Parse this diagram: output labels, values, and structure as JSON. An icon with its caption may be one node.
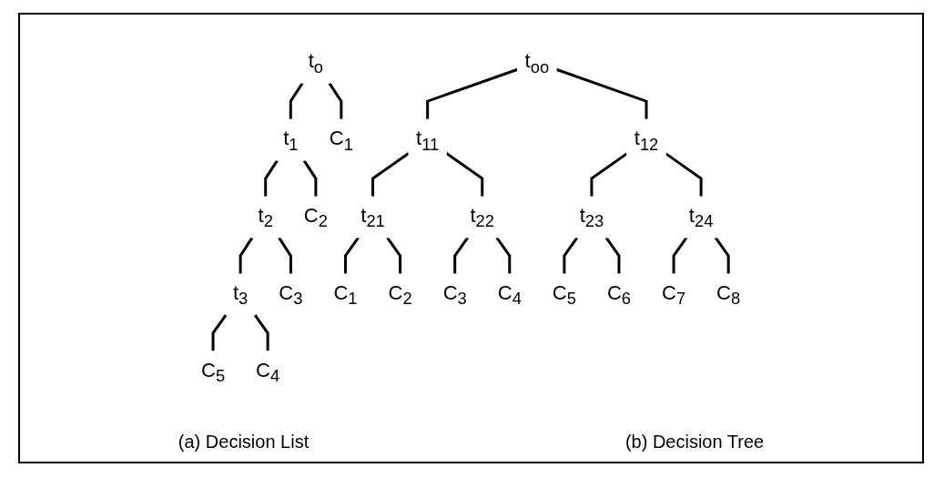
{
  "diagram": {
    "nodes": [
      {
        "text": [
          "t$_{o}$"
        ]
      },
      {
        "text": [
          "t$_{1}$"
        ]
      },
      {
        "text": [
          "C$_{1}$"
        ]
      },
      {
        "text": [
          "t$_{2}$"
        ]
      },
      {
        "text": [
          "C$_{2}$"
        ]
      },
      {
        "text": [
          "t$_{3}$"
        ]
      },
      {
        "text": [
          "C$_{3}$"
        ]
      },
      {
        "text": [
          "C$_{5}$"
        ]
      },
      {
        "text": [
          "C$_{4}$"
        ]
      },
      {
        "text": [
          "t$_{oo}$"
        ]
      },
      {
        "text": [
          "t$_{11}$"
        ]
      },
      {
        "text": [
          "t$_{12}$"
        ]
      },
      {
        "text": [
          "t$_{21}$"
        ]
      },
      {
        "text": [
          "t$_{22}$"
        ]
      },
      {
        "text": [
          "t$_{23}$"
        ]
      },
      {
        "text": [
          "t$_{24}$"
        ]
      },
      {
        "text": [
          "C$_{1}$"
        ]
      },
      {
        "text": [
          "C$_{2}$"
        ]
      },
      {
        "text": [
          "C$_{3}$"
        ]
      },
      {
        "text": [
          "C$_{4}$"
        ]
      },
      {
        "text": [
          "C$_{5}$"
        ]
      },
      {
        "text": [
          "C$_{6}$"
        ]
      },
      {
        "text": [
          "C$_{7}$"
        ]
      },
      {
        "text": [
          "C$_{8}$"
        ]
      }
    ],
    "edges": [
      {
        "from": 0,
        "to": 1,
        "arrow": "none"
      },
      {
        "from": 0,
        "to": 2,
        "arrow": "none"
      },
      {
        "from": 1,
        "to": 3,
        "arrow": "none"
      },
      {
        "from": 1,
        "to": 4,
        "arrow": "none"
      },
      {
        "from": 3,
        "to": 5,
        "arrow": "none"
      },
      {
        "from": 3,
        "to": 6,
        "arrow": "none"
      },
      {
        "from": 5,
        "to": 7,
        "arrow": "none"
      },
      {
        "from": 5,
        "to": 8,
        "arrow": "none"
      },
      {
        "from": 9,
        "to": 10,
        "arrow": "none"
      },
      {
        "from": 9,
        "to": 11,
        "arrow": "none"
      },
      {
        "from": 10,
        "to": 12,
        "arrow": "none"
      },
      {
        "from": 10,
        "to": 13,
        "arrow": "none"
      },
      {
        "from": 11,
        "to": 14,
        "arrow": "none"
      },
      {
        "from": 11,
        "to": 15,
        "arrow": "none"
      },
      {
        "from": 12,
        "to": 16,
        "arrow": "none"
      },
      {
        "from": 12,
        "to": 17,
        "arrow": "none"
      },
      {
        "from": 13,
        "to": 18,
        "arrow": "none"
      },
      {
        "from": 13,
        "to": 19,
        "arrow": "none"
      },
      {
        "from": 14,
        "to": 20,
        "arrow": "none"
      },
      {
        "from": 14,
        "to": 21,
        "arrow": "none"
      },
      {
        "from": 15,
        "to": 22,
        "arrow": "none"
      },
      {
        "from": 15,
        "to": 23,
        "arrow": "none"
      }
    ],
    "labels": [
      "(a) Decision List",
      "(b) Decision Tree"
    ]
  }
}
